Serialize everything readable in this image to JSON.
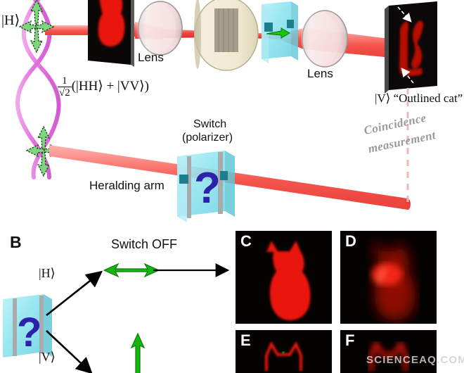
{
  "figure": {
    "watermark": "SCIENCEAQ.COM",
    "panel_a": {
      "labels": {
        "ket_h": "|H⟩",
        "lens_1": "Lens",
        "lens_2": "Lens",
        "entangled_state_prefix": "1",
        "entangled_state_denominator": "√2",
        "entangled_state_body": "(|HH⟩ + |VV⟩)",
        "outlined_cat": "|V⟩ “Outlined cat”",
        "switch_line1": "Switch",
        "switch_line2": "(polarizer)",
        "heralding_arm": "Heralding arm",
        "coincidence_line1": "Coincidence",
        "coincidence_line2": "measurement"
      },
      "components": {
        "source": "entangled-photon-source",
        "object_mask": "cat-object-mask",
        "slm": "spatial-light-modulator",
        "crystal": "nonlinear-crystal",
        "switch": "polarizer-switch",
        "screen": "camera-screen"
      }
    },
    "panel_b": {
      "letter": "B",
      "labels": {
        "switch_off": "Switch OFF",
        "ket_h": "|H⟩",
        "ket_v": "|V⟩"
      },
      "switch_icon": "question-mark-polarizer"
    },
    "image_panels": [
      {
        "letter": "C",
        "content": "solid-red-cat-silhouette"
      },
      {
        "letter": "D",
        "content": "blurred-red-cat-glow"
      },
      {
        "letter": "E",
        "content": "outlined-red-cat-edges"
      },
      {
        "letter": "F",
        "content": "blurred-outlined-red-cat"
      }
    ],
    "colors": {
      "beam_red": "#f5706b",
      "beam_core": "#ff3b30",
      "fiber_magenta": "#e87fe0",
      "polarization_green": "#13b513",
      "crystal_cyan": "#8fe8f2",
      "question_mark_blue": "#2b21ab",
      "slm_tan": "#efe9d2",
      "lens_pink": "#f3dada",
      "coincidence_gray": "#9a9a9a",
      "panel_background": "#050202",
      "cat_red": "#ea1208"
    }
  }
}
